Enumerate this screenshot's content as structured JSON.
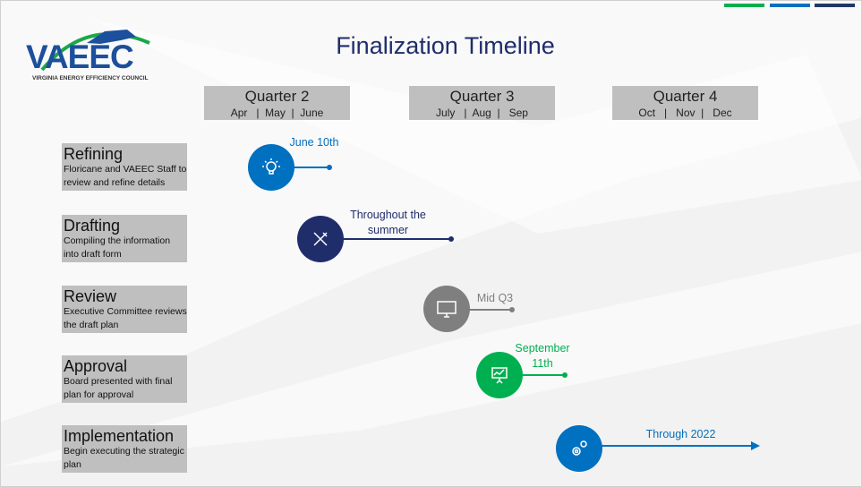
{
  "title": "Finalization Timeline",
  "logo": {
    "name": "VAEEC",
    "subtitle": "VIRGINIA ENERGY EFFICIENCY COUNCIL"
  },
  "colors": {
    "green": "#00b050",
    "blue": "#0070c0",
    "navy": "#1f2d6b",
    "gray": "#7f7f7f"
  },
  "quarters": [
    {
      "label": "Quarter 2",
      "months": "Apr   |  May  |  June"
    },
    {
      "label": "Quarter 3",
      "months": "July   |  Aug  |   Sep"
    },
    {
      "label": "Quarter 4",
      "months": "Oct   |   Nov  |   Dec"
    }
  ],
  "steps": [
    {
      "title": "Refining",
      "desc": "Floricane and VAEEC Staff to review and refine details",
      "milestone": "June 10th",
      "icon": "lightbulb-icon"
    },
    {
      "title": "Drafting",
      "desc": "Compiling the information into draft form",
      "milestone": "Throughout the summer",
      "icon": "tools-icon"
    },
    {
      "title": "Review",
      "desc": "Executive Committee reviews the draft plan",
      "milestone": "Mid Q3",
      "icon": "monitor-icon"
    },
    {
      "title": "Approval",
      "desc": "Board presented with final plan for approval",
      "milestone": "September 11th",
      "icon": "presentation-icon"
    },
    {
      "title": "Implementation",
      "desc": "Begin executing the strategic plan",
      "milestone": "Through 2022",
      "icon": "gears-icon"
    }
  ]
}
